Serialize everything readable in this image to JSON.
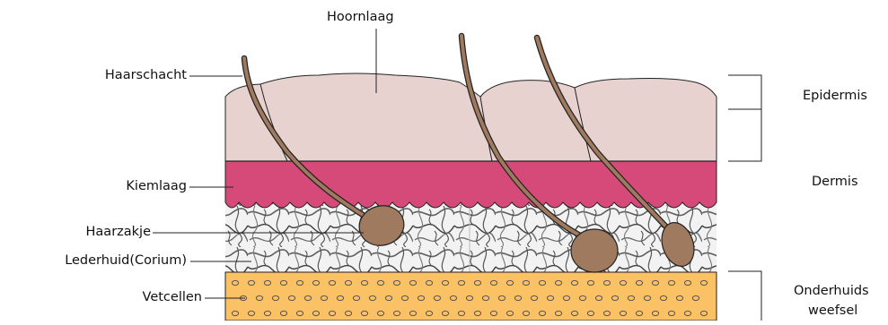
{
  "labels": {
    "hoornlaag": "Hoornlaag",
    "haarschacht": "Haarschacht",
    "kiemlaag": "Kiemlaag",
    "haarzakje": "Haarzakje",
    "lederhuid": "Lederhuid(Corium)",
    "vetcellen": "Vetcellen"
  },
  "regions": {
    "epidermis": "Epidermis",
    "dermis": "Dermis",
    "onderhuids_line1": "Onderhuids",
    "onderhuids_line2": "weefsel"
  },
  "colors": {
    "hoornlaag": "#e8d2d0",
    "kiemlaag": "#d64a7a",
    "vetcellen": "#fbc165",
    "haar": "#a07a5f",
    "vetcel_outline": "#555555"
  }
}
